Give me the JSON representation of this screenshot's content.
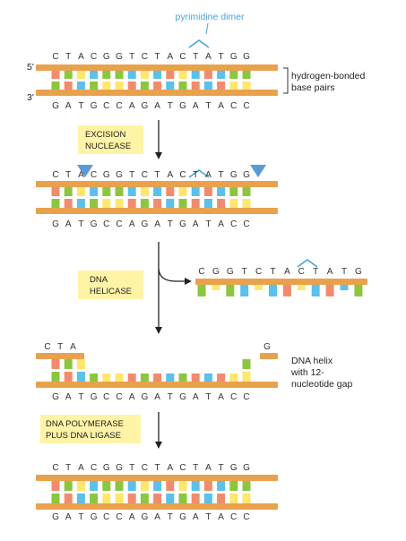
{
  "colors": {
    "backbone": "#e8a24e",
    "green": "#8cc63f",
    "blue": "#5bc0eb",
    "yellow": "#ffe66d",
    "salmon": "#f28b6e",
    "red": "#e0443e",
    "seq_blue": "#4aa3df",
    "enzyme_box": "#fff3a6",
    "arrow": "#222222"
  },
  "labels": {
    "pyrimidine_dimer": "pyrimidine dimer",
    "five_prime": "5'",
    "three_prime": "3'",
    "hbonded_line1": "hydrogen-bonded",
    "hbonded_line2": "base pairs",
    "gap_line1": "DNA helix",
    "gap_line2": "with 12-",
    "gap_line3": "nucleotide gap"
  },
  "enzymes": {
    "excision_1": "EXCISION",
    "excision_2": "NUCLEASE",
    "helicase_1": "DNA",
    "helicase_2": "HELICASE",
    "polymerase_1": "DNA POLYMERASE",
    "polymerase_2": "PLUS DNA LIGASE"
  },
  "sequences": {
    "top": [
      "C",
      "T",
      "A",
      "C",
      "G",
      "G",
      "T",
      "C",
      "T",
      "A",
      "C",
      "T",
      "A",
      "T",
      "G",
      "G"
    ],
    "bottom": [
      "G",
      "A",
      "T",
      "G",
      "C",
      "C",
      "A",
      "G",
      "A",
      "T",
      "G",
      "A",
      "T",
      "A",
      "C",
      "C"
    ],
    "excised": [
      "C",
      "G",
      "G",
      "T",
      "C",
      "T",
      "A",
      "C",
      "T",
      "A",
      "T",
      "G"
    ],
    "remaining_left": [
      "C",
      "T",
      "A"
    ],
    "remaining_right": [
      "G"
    ]
  },
  "highlights": {
    "dimer_positions": [
      10,
      11
    ],
    "bottom_red_positions": [
      10,
      11
    ],
    "repaired_red_positions": [
      11
    ]
  }
}
